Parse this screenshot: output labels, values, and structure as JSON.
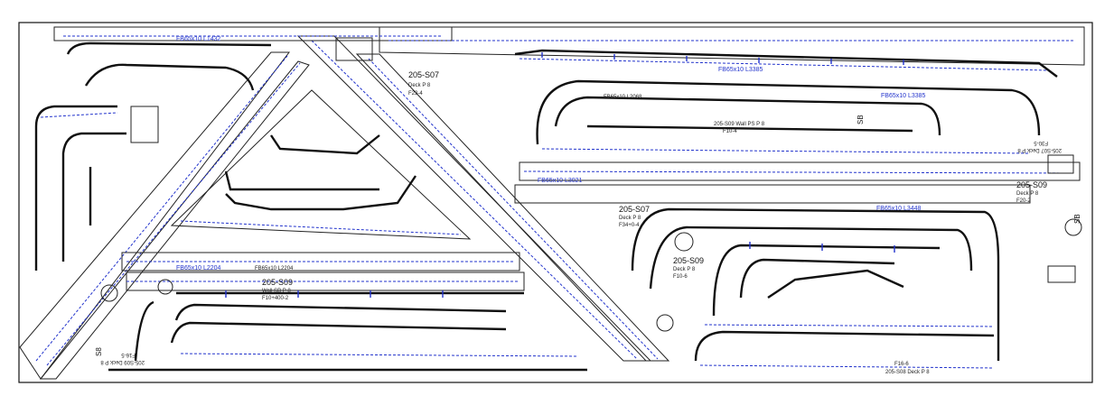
{
  "colors": {
    "outline": "#222222",
    "profile": "#111111",
    "marking": "#2233cc",
    "background": "#ffffff"
  },
  "parts": {
    "p1": {
      "number": "205-S07",
      "line1": "Deck P 8",
      "line2": "F23-4"
    },
    "p2": {
      "number": "205-S09",
      "line1": "Deck P 8",
      "line2": "F20-2"
    },
    "p3": {
      "number": "205-S09",
      "line1": "Deck P 8",
      "line2": "F10-6"
    },
    "p4": {
      "number": "205-S09",
      "line1": "Wall SB P 8",
      "line2": "F10+400-2"
    },
    "p5": {
      "number": "205-S07",
      "line1": "Deck P 8",
      "line2": "F34+0-4"
    },
    "p6": {
      "text": "205-S09 Wall PS P 8",
      "sub": "F10-4"
    },
    "p7": {
      "text": "205-S07 Deck P 8",
      "sub": "F30-5"
    },
    "p8": {
      "text": "205-S08 Deck P 8",
      "sub": "F16-6"
    },
    "p9": {
      "text": "205-S09 Deck P 8",
      "sub": "F16-5"
    }
  },
  "profiles": {
    "fb1": "FB65x10 L3385",
    "fb2": "FB65x10 L3385",
    "fb3": "FB65x10 L2204",
    "fb4": "FB65x10 L2204",
    "fb5": "FB65x10 L3021",
    "fb6": "FB65x10 L3448",
    "fb7": "FB65x10 L1432",
    "fb8": "FB65x10 L2068"
  },
  "marks": {
    "sb": "SB",
    "s8": "S8",
    "sb2": "SB"
  }
}
